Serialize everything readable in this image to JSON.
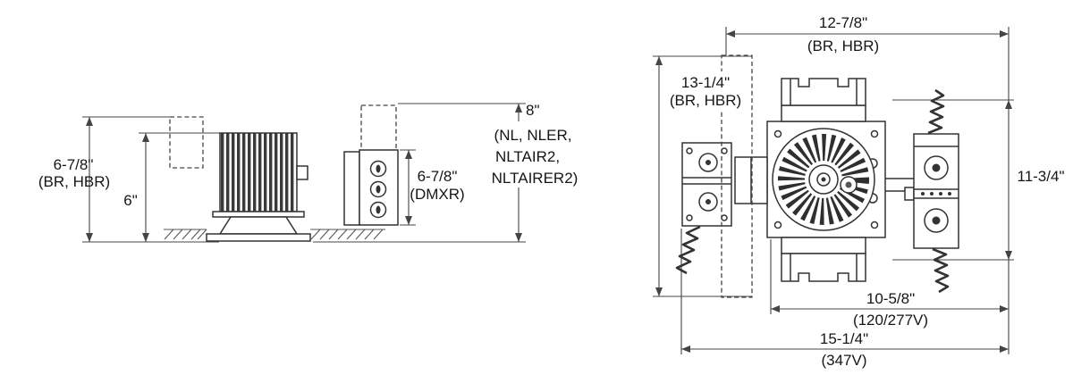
{
  "side_view": {
    "dim_overall_height": "6-7/8\"",
    "dim_overall_height_note": "(BR, HBR)",
    "dim_housing_height": "6\"",
    "dim_dmxr_height": "6-7/8\"",
    "dim_dmxr_note": "(DMXR)",
    "dim_jbox_height": "8\"",
    "dim_jbox_note_line1": "(NL, NLER,",
    "dim_jbox_note_line2": "NLTAIR2,",
    "dim_jbox_note_line3": "NLTAIRER2)"
  },
  "plan_view": {
    "dim_width_top": "12-7/8\"",
    "dim_width_top_note": "(BR, HBR)",
    "dim_height_left": "13-1/4\"",
    "dim_height_left_note": "(BR, HBR)",
    "dim_height_right": "11-3/4\"",
    "dim_width_inner": "10-5/8\"",
    "dim_width_inner_note": "(120/277V)",
    "dim_width_outer": "15-1/4\"",
    "dim_width_outer_note": "(347V)"
  },
  "colors": {
    "line": "#333333",
    "text": "#161616",
    "background": "#ffffff"
  }
}
